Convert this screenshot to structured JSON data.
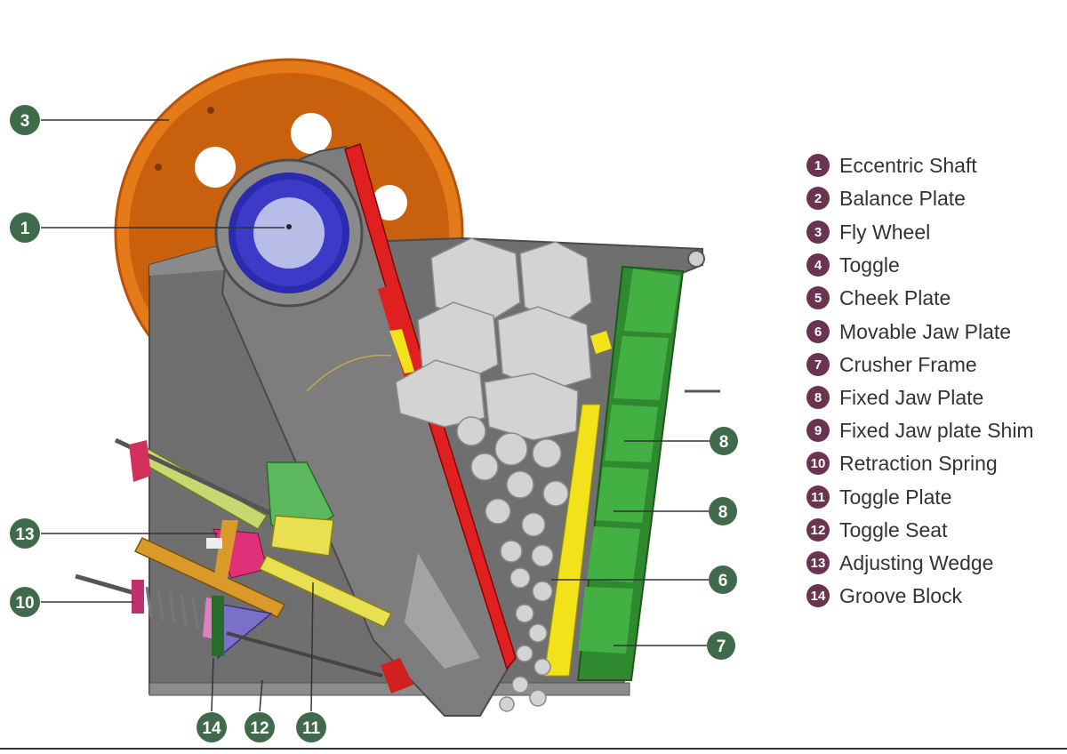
{
  "colors": {
    "callout": "#3f6b4b",
    "legend_badge": "#6a3450",
    "frame": "#6f6f6f",
    "flywheel": "#d86e12",
    "jaw": "#e02020",
    "shim": "#f2e21a",
    "fixed_jaw": "#3da53d",
    "blue_hub": "#3b3bc8",
    "rock": "#d3d3d3"
  },
  "callouts": [
    {
      "id": "c3",
      "number": "3"
    },
    {
      "id": "c1",
      "number": "1"
    },
    {
      "id": "c13",
      "number": "13"
    },
    {
      "id": "c10",
      "number": "10"
    },
    {
      "id": "c8a",
      "number": "8"
    },
    {
      "id": "c8b",
      "number": "8"
    },
    {
      "id": "c6",
      "number": "6"
    },
    {
      "id": "c7",
      "number": "7"
    },
    {
      "id": "c14",
      "number": "14"
    },
    {
      "id": "c12",
      "number": "12"
    },
    {
      "id": "c11",
      "number": "11"
    }
  ],
  "legend": [
    {
      "number": "1",
      "label": "Eccentric Shaft"
    },
    {
      "number": "2",
      "label": "Balance Plate"
    },
    {
      "number": "3",
      "label": "Fly Wheel"
    },
    {
      "number": "4",
      "label": "Toggle"
    },
    {
      "number": "5",
      "label": "Cheek Plate"
    },
    {
      "number": "6",
      "label": "Movable Jaw Plate"
    },
    {
      "number": "7",
      "label": "Crusher Frame"
    },
    {
      "number": "8",
      "label": "Fixed Jaw Plate"
    },
    {
      "number": "9",
      "label": "Fixed Jaw plate Shim"
    },
    {
      "number": "10",
      "label": "Retraction Spring"
    },
    {
      "number": "11",
      "label": "Toggle Plate"
    },
    {
      "number": "12",
      "label": "Toggle Seat"
    },
    {
      "number": "13",
      "label": "Adjusting Wedge"
    },
    {
      "number": "14",
      "label": "Groove Block"
    }
  ]
}
